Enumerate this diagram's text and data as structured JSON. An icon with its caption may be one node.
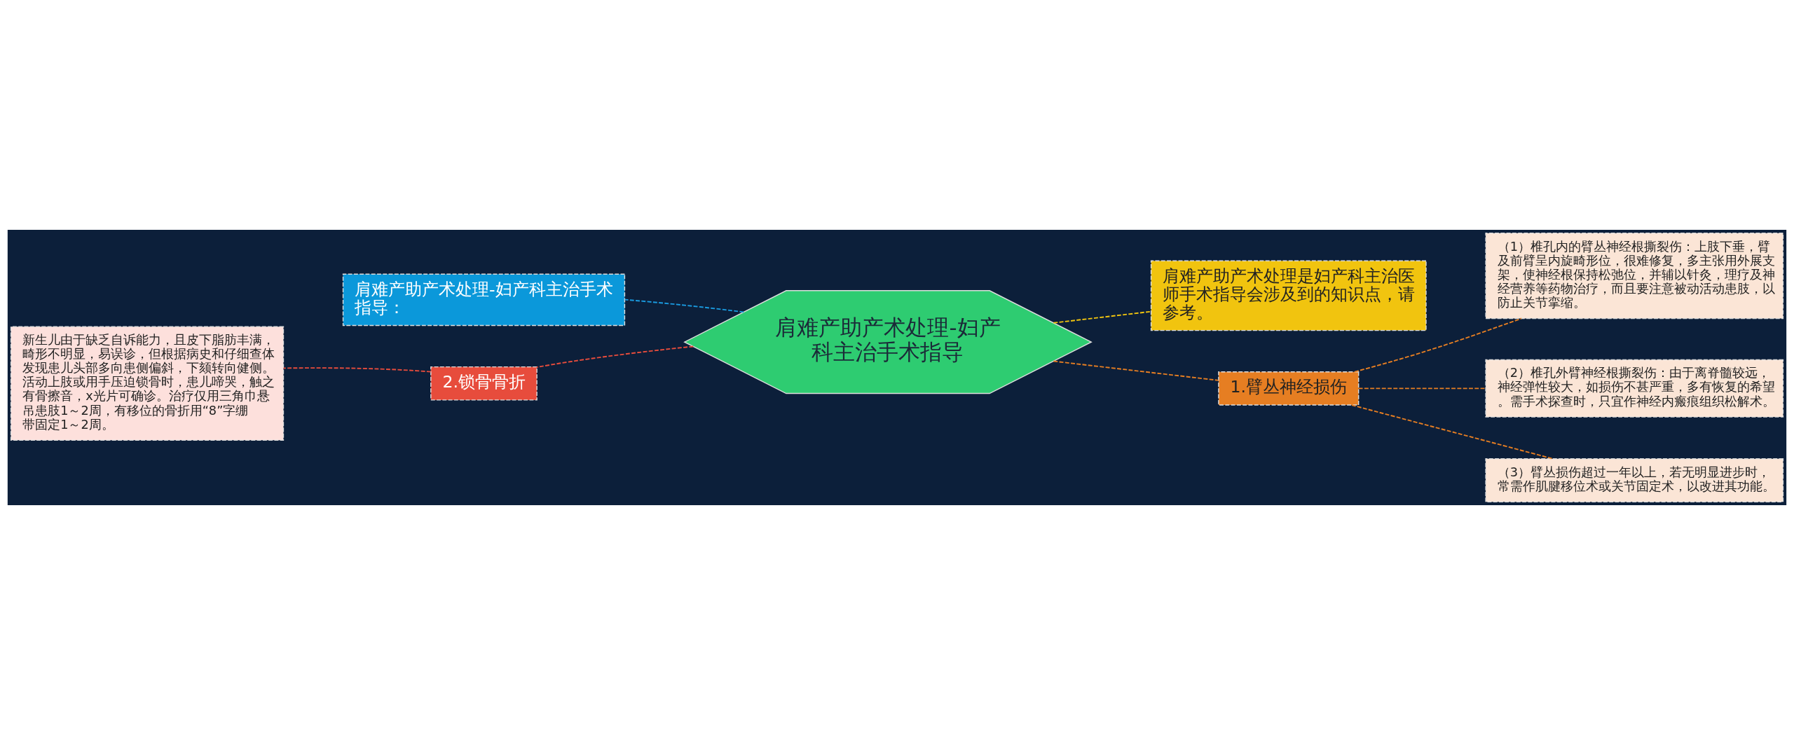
{
  "diagram": {
    "nodes": [
      {
        "text": [
          "肩难产助产术处理-妇产科主治手术指导"
        ]
      },
      {
        "text": [
          "肩难产助产术处理-妇产科主治手术指导："
        ]
      },
      {
        "text": [
          "2.锁骨骨折"
        ]
      },
      {
        "text": [
          "新生儿由于缺乏自诉能力，且皮下脂肪丰满，畸形不明显，易误诊，但根据病史和仔细查体发现患儿头部多向患侧偏斜，下颏转向健侧。活动上肢或用手压迫锁骨时，患儿啼哭，触之有骨擦音，x光片可确诊。治疗仅用三角巾悬吊患肢1～2周，有移位的骨折用“8”字绷带固定1～2周。"
        ]
      },
      {
        "text": [
          "肩难产助产术处理是妇产科主治医师手术指导会涉及到的知识点，请参考。"
        ]
      },
      {
        "text": [
          "1.臂丛神经损伤"
        ]
      },
      {
        "text": [
          "（1）椎孔内的臂丛神经根撕裂伤：上肢下垂，臂及前臂呈内旋畸形位，很难修复，多主张用外展支架，使神经根保持松弛位，并辅以针灸，理疗及神经营养等药物治疗，而且要注意被动活动患肢，以防止关节挛缩。"
        ]
      },
      {
        "text": [
          "（2）椎孔外臂神经根撕裂伤：由于离脊髓较远，神经弹性较大，如损伤不甚严重，多有恢复的希望。需手术探查时，只宜作神经内瘢痕组织松解术。"
        ]
      },
      {
        "text": [
          "（3）臂丛损伤超过一年以上，若无明显进步时，常需作肌腱移位术或关节固定术，以改进其功能。"
        ]
      }
    ],
    "edges": [
      {
        "from": 0,
        "to": 1,
        "arrow": "none",
        "style": "dashed",
        "color": "#1a9be0"
      },
      {
        "from": 0,
        "to": 2,
        "arrow": "none",
        "style": "dashed",
        "color": "#e74c3c"
      },
      {
        "from": 2,
        "to": 3,
        "arrow": "none",
        "style": "dashed",
        "color": "#e74c3c"
      },
      {
        "from": 0,
        "to": 4,
        "arrow": "none",
        "style": "dashed",
        "color": "#f1c40f"
      },
      {
        "from": 0,
        "to": 5,
        "arrow": "none",
        "style": "dashed",
        "color": "#e67e22"
      },
      {
        "from": 5,
        "to": 6,
        "arrow": "none",
        "style": "dashed",
        "color": "#e67e22"
      },
      {
        "from": 5,
        "to": 7,
        "arrow": "none",
        "style": "dashed",
        "color": "#e67e22"
      },
      {
        "from": 5,
        "to": 8,
        "arrow": "none",
        "style": "dashed",
        "color": "#e67e22"
      }
    ]
  }
}
